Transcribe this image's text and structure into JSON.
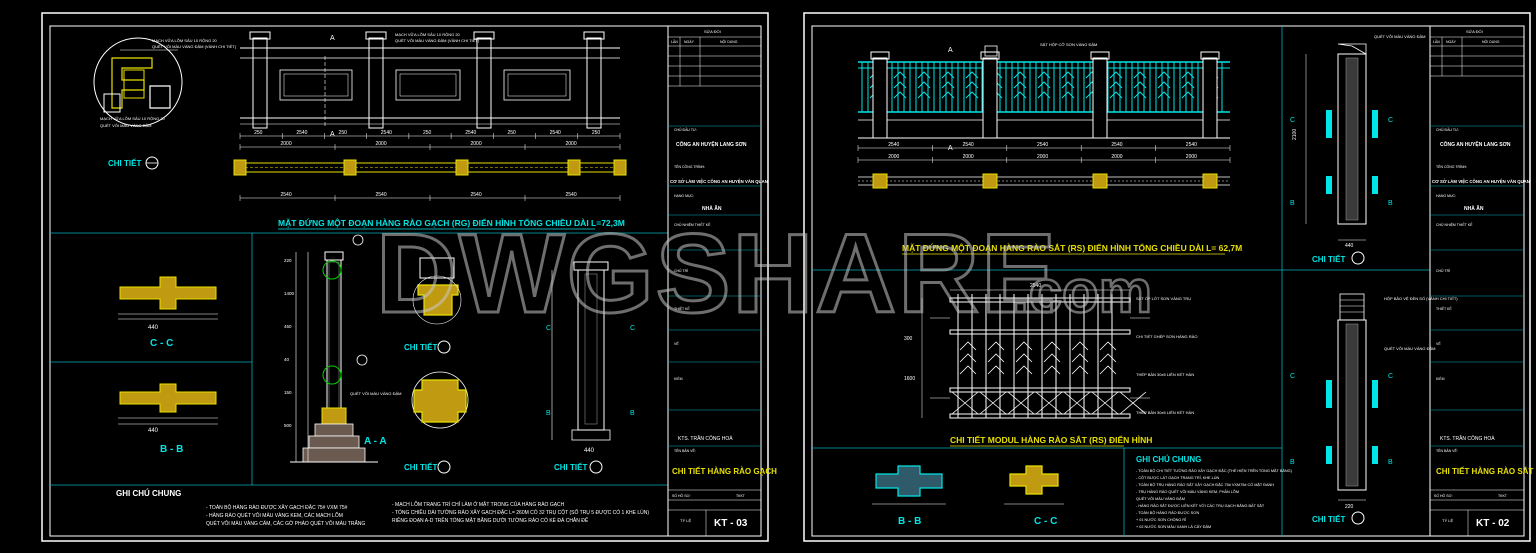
{
  "watermark": {
    "main": "DWGSHARE",
    "suffix": ".com"
  },
  "colors": {
    "bg": "#000000",
    "frame": "#ffffff",
    "cyan": "#00e5e5",
    "yellow": "#e8e000",
    "green": "#00d000",
    "grey": "#8a8a8a",
    "white": "#ffffff",
    "blue": "#2a52ff"
  },
  "sheet1": {
    "detail_circle_top": "CHI TIẾT",
    "note_top_1": "MẠCH VỮA LÕM SÂU 10 RỘNG 20",
    "note_top_2": "QUÉT VÔI MÀU VÀNG ĐẬM (VÀNH CHI TIẾT)",
    "note_left_1": "MẠCH VỮA LÕM SÂU 10 RỘNG 20",
    "note_left_2": "QUÉT VÔI MÀU VÀNG ĐẬM",
    "section_mark": "A",
    "elev_title": "MẶT ĐỨNG MỘT ĐOẠN HÀNG RÀO GẠCH (RG) ĐIỂN HÌNH TỔNG CHIỀU DÀI L=72,3M",
    "dims_top": [
      "250",
      "2540",
      "250",
      "2540",
      "250",
      "2540",
      "250",
      "2540",
      "250"
    ],
    "dims_mid": [
      "2000",
      "2000",
      "2000",
      "2000"
    ],
    "dims_plan": [
      "2540",
      "2540",
      "2540",
      "2540"
    ],
    "section_cc": "C - C",
    "section_bb": "B - B",
    "section_aa": "A - A",
    "detail_1": "CHI TIẾT",
    "detail_2": "CHI TIẾT",
    "detail_3": "CHI TIẾT",
    "detail_4": "CHI TIẾT",
    "grey_note": "QUÉT VÔI MÀU VÀNG ĐẬM",
    "dims_column": [
      "220",
      "1400",
      "450",
      "40",
      "150",
      "500"
    ],
    "notes_heading": "GHI CHÚ CHUNG",
    "notes_left": [
      "- TOÀN BỘ HÀNG RÀO ĐƯỢC XÂY GẠCH ĐẶC 75# VXM 75#",
      "- HÀNG RÀO QUÉT VÔI MÀU VÀNG KEM, CÁC MẠCH LÕM",
      "  QUÉT VÔI MÀU VÀNG CẨM, CÁC GỜ PHÀO QUÉT VÔI MÀU TRẮNG"
    ],
    "notes_right": [
      "- MẠCH LÕM TRANG TRÍ CHỈ LÀM Ở MẶT TRONG CỦA HÀNG RÀO GẠCH",
      "- TỔNG CHIỀU DÀI TƯỜNG RÀO XÂY GẠCH ĐẶC L= 260M CÓ 32 TRỤ CỘT (SỐ TRỤ 5 ĐƯỢC CÓ 1 KHE LÚN)",
      "  RIÊNG ĐOẠN A-D TRÊN TỔNG MẶT BẰNG DƯỚI TƯỜNG RÀO CÓ KÈ ĐÁ CHÂN ĐẾ"
    ]
  },
  "titleblock1": {
    "revision_head": "SỬA ĐỔI",
    "revision_cols": [
      "LẦN",
      "NGÀY",
      "NỘI DUNG"
    ],
    "rows_1": [
      "",
      "",
      "",
      "",
      ""
    ],
    "owner_label": "CHỦ ĐẦU TƯ:",
    "project": "CÔNG AN HUYỆN LANG SƠN",
    "project_label": "TÊN CÔNG TRÌNH:",
    "location": "CƠ SỞ LÀM VIỆC CÔNG AN HUYỆN VĂN QUAN",
    "item_label": "HẠNG MỤC:",
    "item": "NHÀ ĂN",
    "design_label": "CHỦ NHIỆM THIẾT KẾ",
    "r1": "CHỦ TRÌ",
    "r2": "THIẾT KẾ",
    "r3": "VẼ",
    "r4": "KIỂM",
    "signer": "KTS. TRẦN CÔNG HOÀ",
    "drawing_label": "TÊN BẢN VẼ:",
    "drawing": "CHI TIẾT HÀNG RÀO GẠCH",
    "no_label": "SỐ HỒ SƠ:",
    "phase": "TKKT",
    "scale_label": "TỶ LỆ",
    "sheet_no": "KT - 03"
  },
  "sheet2": {
    "elev_title": "MẶT ĐỨNG MỘT ĐOẠN HÀNG RÀO SẮT (RS) ĐIỂN HÌNH TỔNG CHIỀU DÀI L= 62,7M",
    "note_top": "SẮT HỘP CỠ SƠN VÀNG ĐẬM",
    "section_mark": "A",
    "dims_top": [
      "2540",
      "2540",
      "2540",
      "2540",
      "2540"
    ],
    "dims_mid": [
      "2000",
      "2000",
      "2000",
      "2000",
      "2000"
    ],
    "module_title": "CHI TIẾT MODUL HÀNG RÀO SẮT (RS) ĐIỂN HÌNH",
    "module_notes": [
      "SẮT ỐP LÓT SƠN VÀNG TRỤ",
      "CHI TIẾT GHÉP SƠN HÀNG RÀO",
      "THÉP BẢN 30x5 LIÊN KẾT HÀN",
      "THÉP BẢN 30x5 LIÊN KẾT HÀN"
    ],
    "module_dims": [
      "2540",
      "300",
      "1600"
    ],
    "section_bb": "B - B",
    "section_cc": "C - C",
    "notes_heading": "GHI CHÚ CHUNG",
    "notes": [
      "- TOÀN BỘ CHI TIẾT TƯỜNG RÀO XÂY GẠCH ĐẶC (THẾ HIỆN TRÊN TỔNG MẶT BẰNG)",
      "- CỘT ĐƯỢC LÁT GẠCH TRANG TRÍ, KHE LÚN",
      "- TOÀN BỘ TRỤ HÀNG RÀO SẮT XÂY GẠCH ĐẶC 75# VXM75# CÓ MẶT ĐANH",
      "- TRỤ HÀNG RÀO QUÉT VÔI MÀU VÀNG KEM, PHẦN LÕM",
      "  QUÉT VÔI MÀU VÀNG ĐẬM",
      "- HÀNG RÀO SẮT ĐƯỢC LIÊN KẾT VỚI CÁC TRỤ GẠCH BẰNG BẢT SẮT",
      "- TOÀN BỘ HÀNG RÀO ĐƯỢC SƠN",
      "  + 01 NƯỚC SƠN CHỐNG RỈ",
      "  + 02 NƯỚC SƠN MÀU XANH LÁ CÂY ĐẬM"
    ],
    "detail_1": "CHI TIẾT",
    "detail_2": "CHI TIẾT",
    "col_note_1": "QUÉT VÔI MÀU VÀNG ĐẬM",
    "col_note_2": "HỘP BẢO VỆ ĐÈN SỐ (VÀNH CHI TIẾT)",
    "col_dims": [
      "440",
      "220",
      "2100"
    ]
  },
  "titleblock2": {
    "revision_head": "SỬA ĐỔI",
    "revision_cols": [
      "LẦN",
      "NGÀY",
      "NỘI DUNG"
    ],
    "owner_label": "CHỦ ĐẦU TƯ:",
    "project": "CÔNG AN HUYỆN LANG SƠN",
    "project_label": "TÊN CÔNG TRÌNH:",
    "location": "CƠ SỞ LÀM VIỆC CÔNG AN HUYỆN VĂN QUAN",
    "item_label": "HẠNG MỤC:",
    "item": "NHÀ ĂN",
    "design_label": "CHỦ NHIỆM THIẾT KẾ",
    "r1": "CHỦ TRÌ",
    "r2": "THIẾT KẾ",
    "r3": "VẼ",
    "r4": "KIỂM",
    "signer": "KTS. TRẦN CÔNG HOÀ",
    "drawing_label": "TÊN BẢN VẼ:",
    "drawing": "CHI TIẾT HÀNG RÀO SẮT",
    "no_label": "SỐ HỒ SƠ:",
    "phase": "TKKT",
    "scale_label": "TỶ LỆ",
    "sheet_no": "KT - 02"
  }
}
